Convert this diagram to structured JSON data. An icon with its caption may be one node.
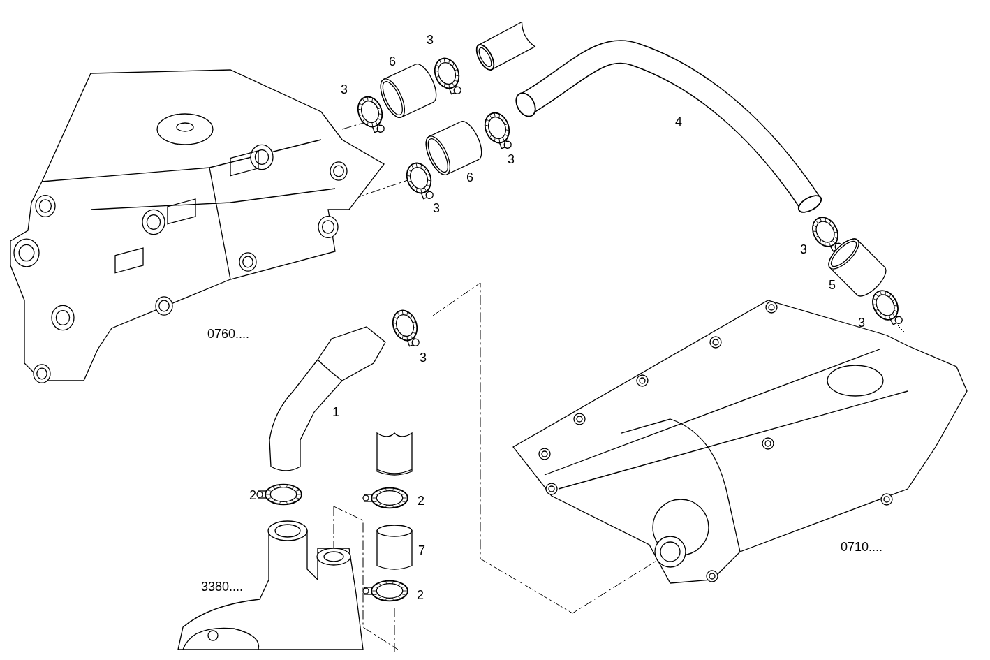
{
  "diagram": {
    "labels": [
      "3",
      "6",
      "3",
      "4",
      "3",
      "6",
      "3",
      "3",
      "5",
      "3",
      "0760....",
      "3",
      "1",
      "2",
      "2",
      "7",
      "0710....",
      "3380....",
      "2"
    ]
  }
}
